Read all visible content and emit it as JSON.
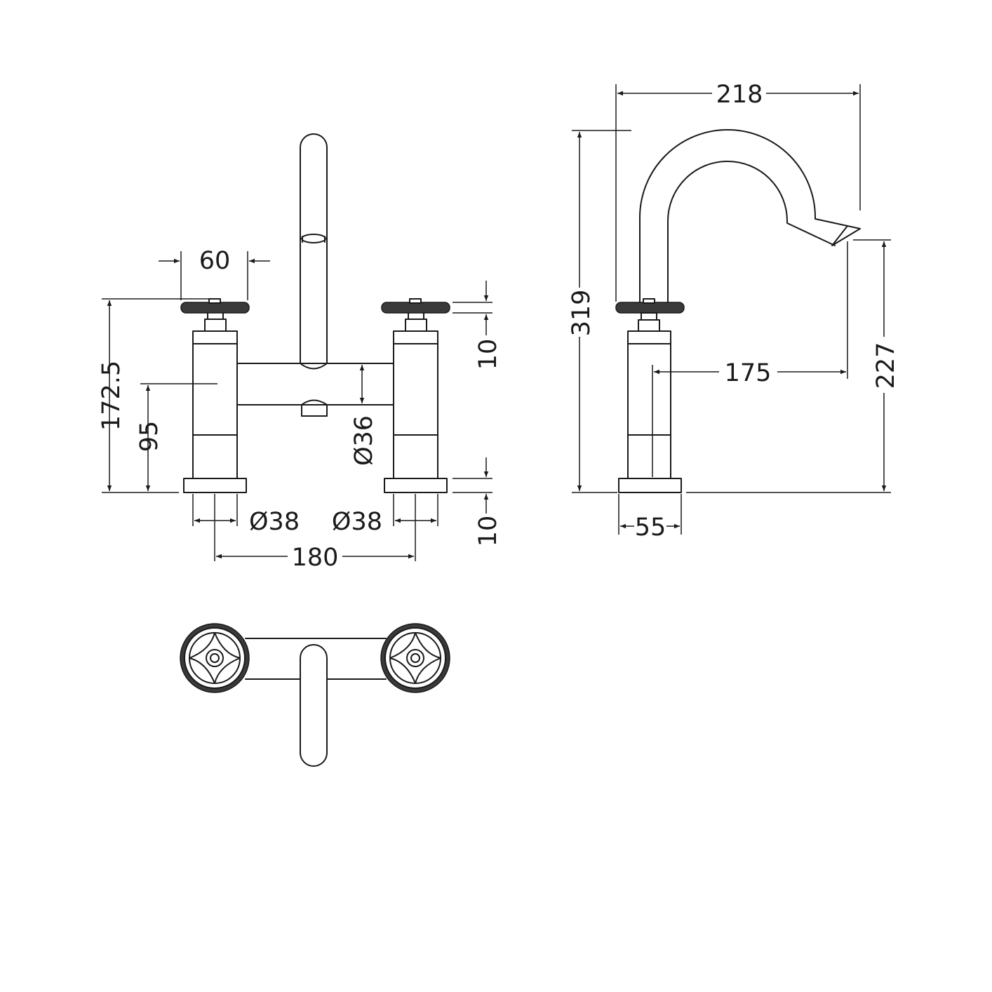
{
  "colors": {
    "line": "#1a1a1a",
    "background": "#ffffff",
    "knurl": "#3a3a3a"
  },
  "dimensions": {
    "handle_spacing": "60",
    "overall_height": "172.5",
    "bridge_height": "95",
    "bridge_diameter": "Ø36",
    "tap_base_diameter_left": "Ø38",
    "tap_base_diameter_right": "Ø38",
    "centres": "180",
    "handle_thickness": "10",
    "base_thickness": "10",
    "spout_projection": "218",
    "total_height": "319",
    "spout_reach": "175",
    "spout_outlet_height": "227",
    "base_depth": "55"
  }
}
